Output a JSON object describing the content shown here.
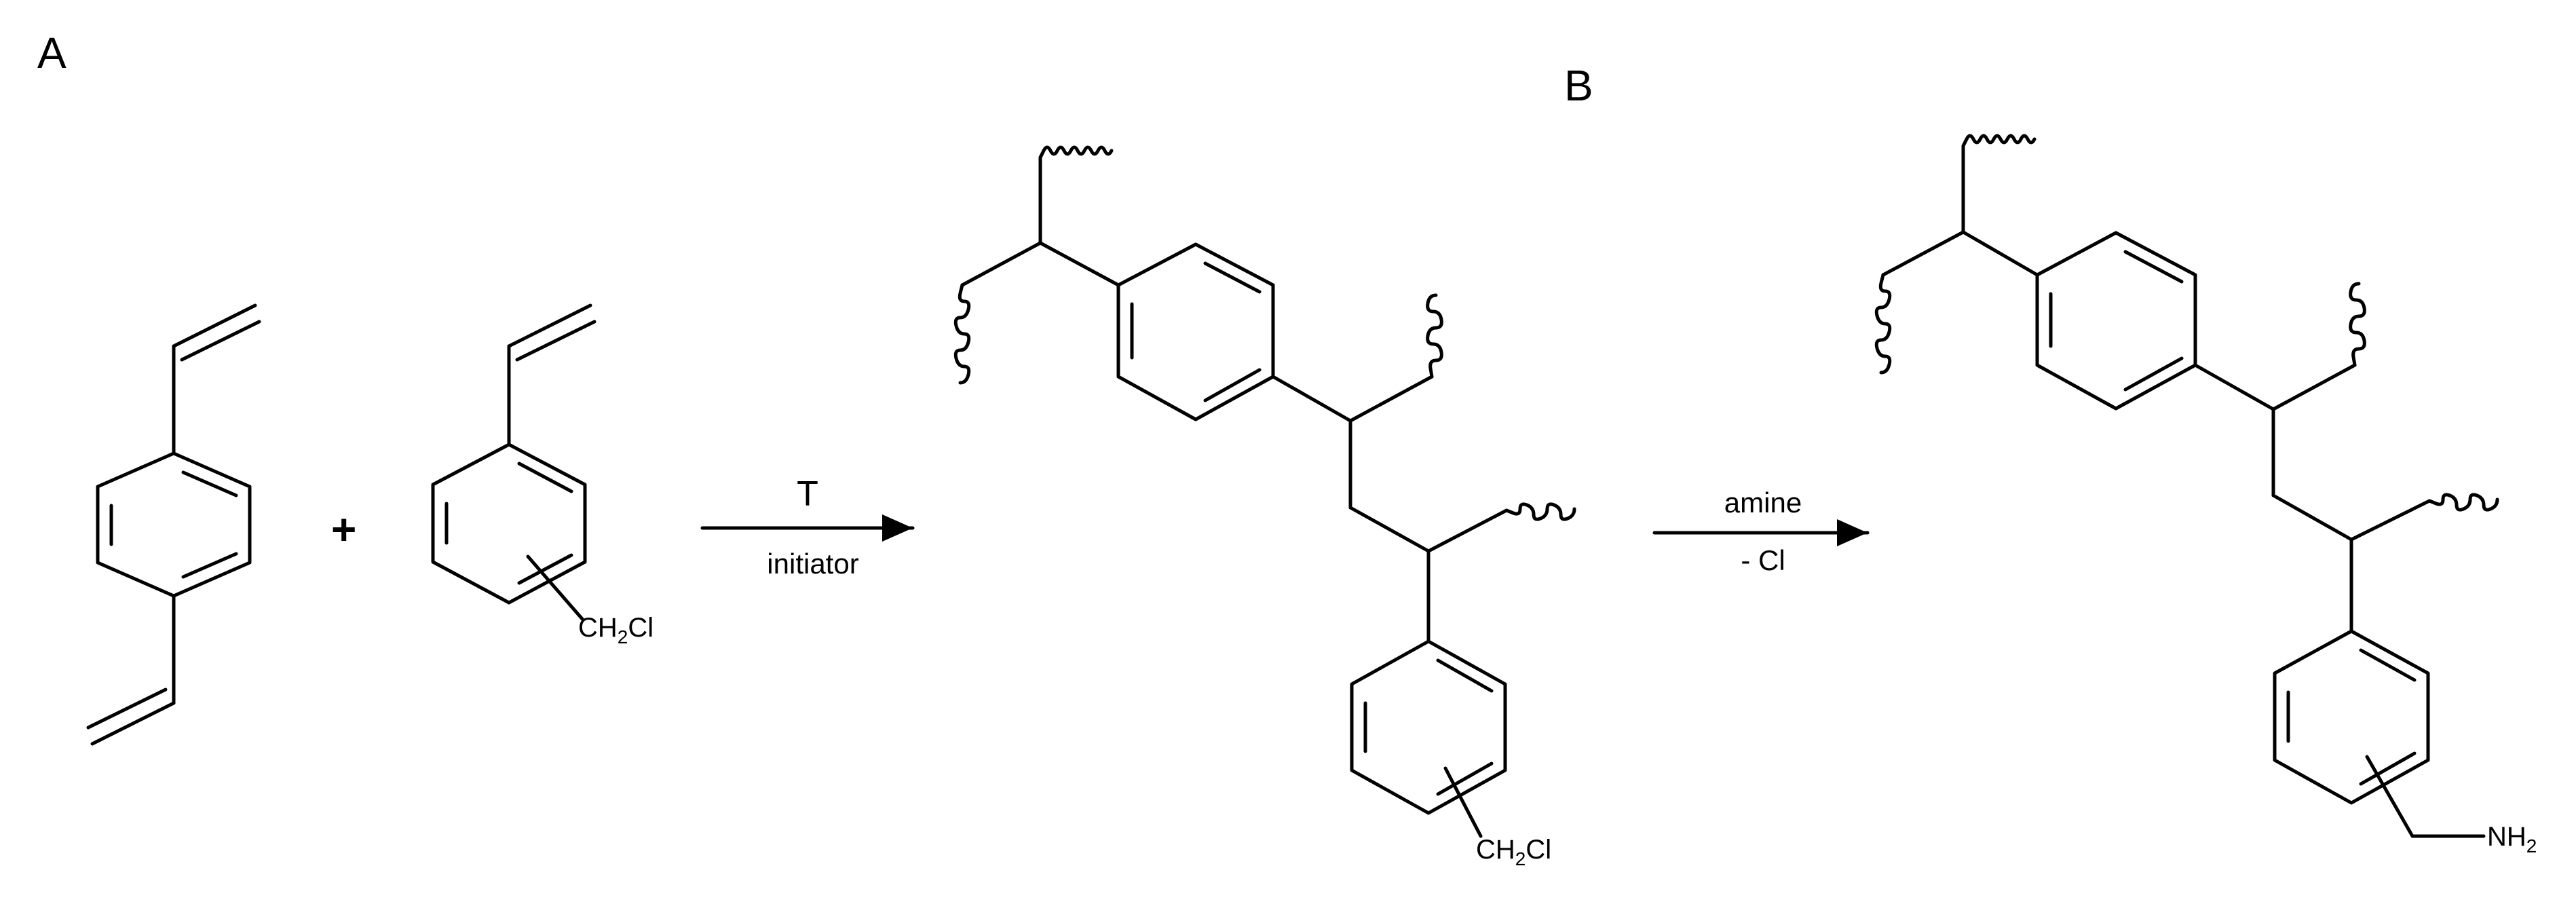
{
  "panels": {
    "a": "A",
    "b": "B"
  },
  "reagents": {
    "plus": "+"
  },
  "step1": {
    "above": "T",
    "below": "initiator"
  },
  "step2": {
    "above": "amine",
    "below": "- Cl"
  },
  "groups": {
    "chloromethyl": {
      "main": "CH",
      "sub": "2",
      "tail": "Cl"
    },
    "aminomethyl": {
      "main": "NH",
      "sub": "2"
    }
  }
}
